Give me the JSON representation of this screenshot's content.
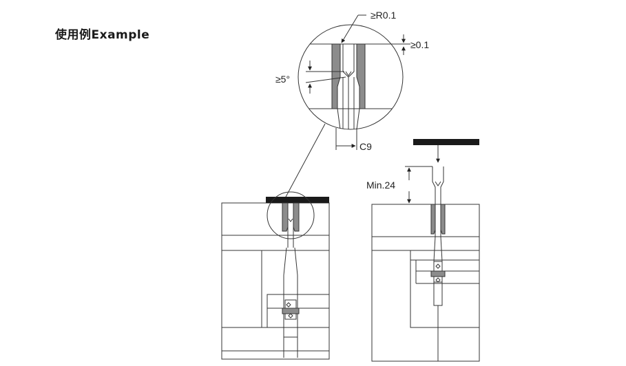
{
  "title": "使用例Example",
  "labels": {
    "radius": "≥R0.1",
    "depth": "≥0.1",
    "angle": "≥5°",
    "chamfer": "C9",
    "min_length": "Min.24"
  },
  "colors": {
    "line": "#333333",
    "pin_fill": "#8c8c8c",
    "plate": "#1a1a1a"
  }
}
